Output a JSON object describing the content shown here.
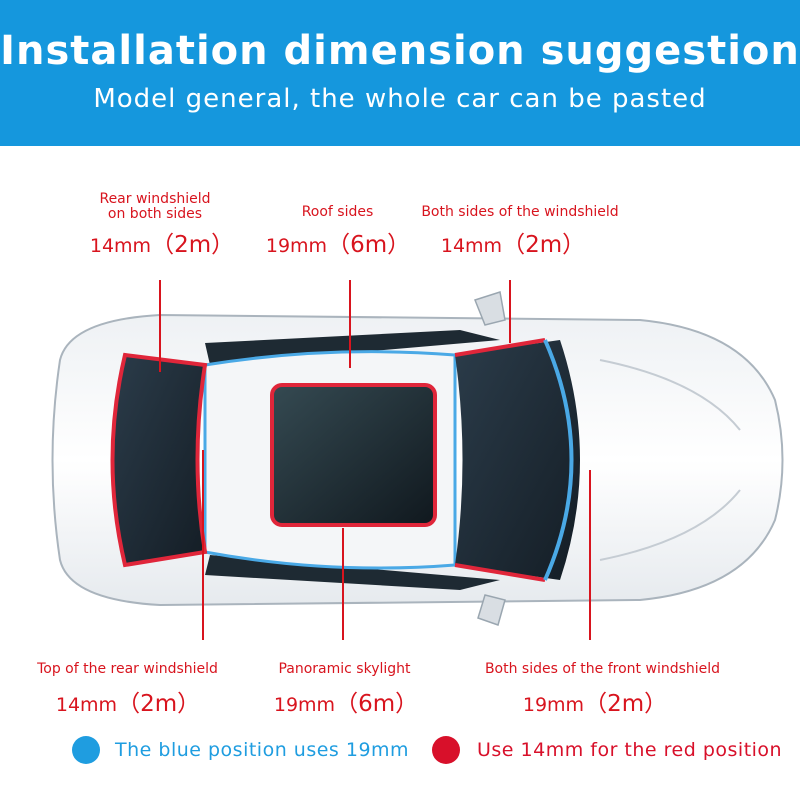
{
  "header": {
    "title": "Installation dimension suggestion",
    "subtitle": "Model general, the whole car can be pasted"
  },
  "callouts": {
    "rear_sides": {
      "label_line1": "Rear windshield",
      "label_line2": "on both sides",
      "dim_main": "14mm",
      "dim_len": "（2m）"
    },
    "roof_sides": {
      "label": "Roof sides",
      "dim_main": "19mm",
      "dim_len": "（6m）"
    },
    "windshield_sides": {
      "label": "Both sides of the windshield",
      "dim_main": "14mm",
      "dim_len": "（2m）"
    },
    "rear_top": {
      "label": "Top of the rear windshield",
      "dim_main": "14mm",
      "dim_len": "（2m）"
    },
    "skylight": {
      "label": "Panoramic skylight",
      "dim_main": "19mm",
      "dim_len": "（6m）"
    },
    "front_sides": {
      "label": "Both sides of the front windshield",
      "dim_main": "19mm",
      "dim_len": "（2m）"
    }
  },
  "legend": {
    "blue_text": "The blue position uses 19mm",
    "red_text": "Use 14mm for the red position",
    "blue_color": "#1f9de0",
    "red_color": "#d8102a"
  },
  "colors": {
    "header_bg": "#1597dd",
    "callout_red": "#d8141e",
    "strip_blue": "#4aa9e6",
    "strip_red": "#e0263a"
  },
  "icons": {
    "car": "car-top-view-icon"
  }
}
